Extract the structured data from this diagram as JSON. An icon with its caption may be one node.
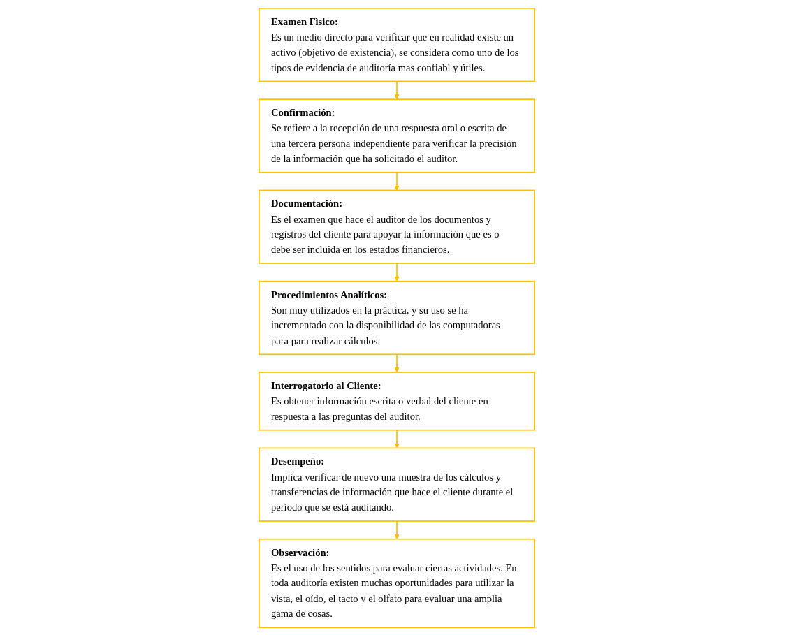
{
  "diagram": {
    "nodes": [
      {
        "text": [
          "Examen Fìsico:",
          "Es un medio directo para verificar que en realidad existe un activo (objetivo de existencia), se considera como uno de los tipos de evidencia de auditoría mas confiabl y útiles."
        ]
      },
      {
        "text": [
          "Confirmación:",
          "Se refiere a la recepción de una respuesta oral o escrita de una tercera persona independiente para verificar la precisión de la información que ha solicitado el auditor."
        ]
      },
      {
        "text": [
          "Documentación:",
          "Es el examen que hace el auditor de los documentos y registros del cliente para apoyar la información que es o debe ser incluida en los estados financieros."
        ]
      },
      {
        "text": [
          "Procedimientos Analíticos:",
          "Son muy utilizados en la práctica, y su uso se ha incrementado con la disponibilidad de las computadoras para para realizar cálculos."
        ]
      },
      {
        "text": [
          "Interrogatorio al Cliente:",
          "Es obtener información escrita o verbal del cliente en respuesta a las preguntas del auditor."
        ]
      },
      {
        "text": [
          "Desempeño:",
          "Implica verificar de nuevo una muestra de los cálculos y transferencias de información que hace el cliente durante el período que se está auditando."
        ]
      },
      {
        "text": [
          "Observación:",
          "Es el uso de los sentidos para evaluar ciertas actividades. En toda auditoría existen muchas oportunidades para utilizar la vista, el oído, el tacto y el olfato para evaluar una amplia gama de cosas."
        ]
      }
    ],
    "edges": [
      {
        "from": 0,
        "to": 1,
        "arrow": "to"
      },
      {
        "from": 1,
        "to": 2,
        "arrow": "to"
      },
      {
        "from": 2,
        "to": 3,
        "arrow": "to"
      },
      {
        "from": 3,
        "to": 4,
        "arrow": "to"
      },
      {
        "from": 4,
        "to": 5,
        "arrow": "to"
      },
      {
        "from": 5,
        "to": 6,
        "arrow": "to"
      }
    ]
  }
}
